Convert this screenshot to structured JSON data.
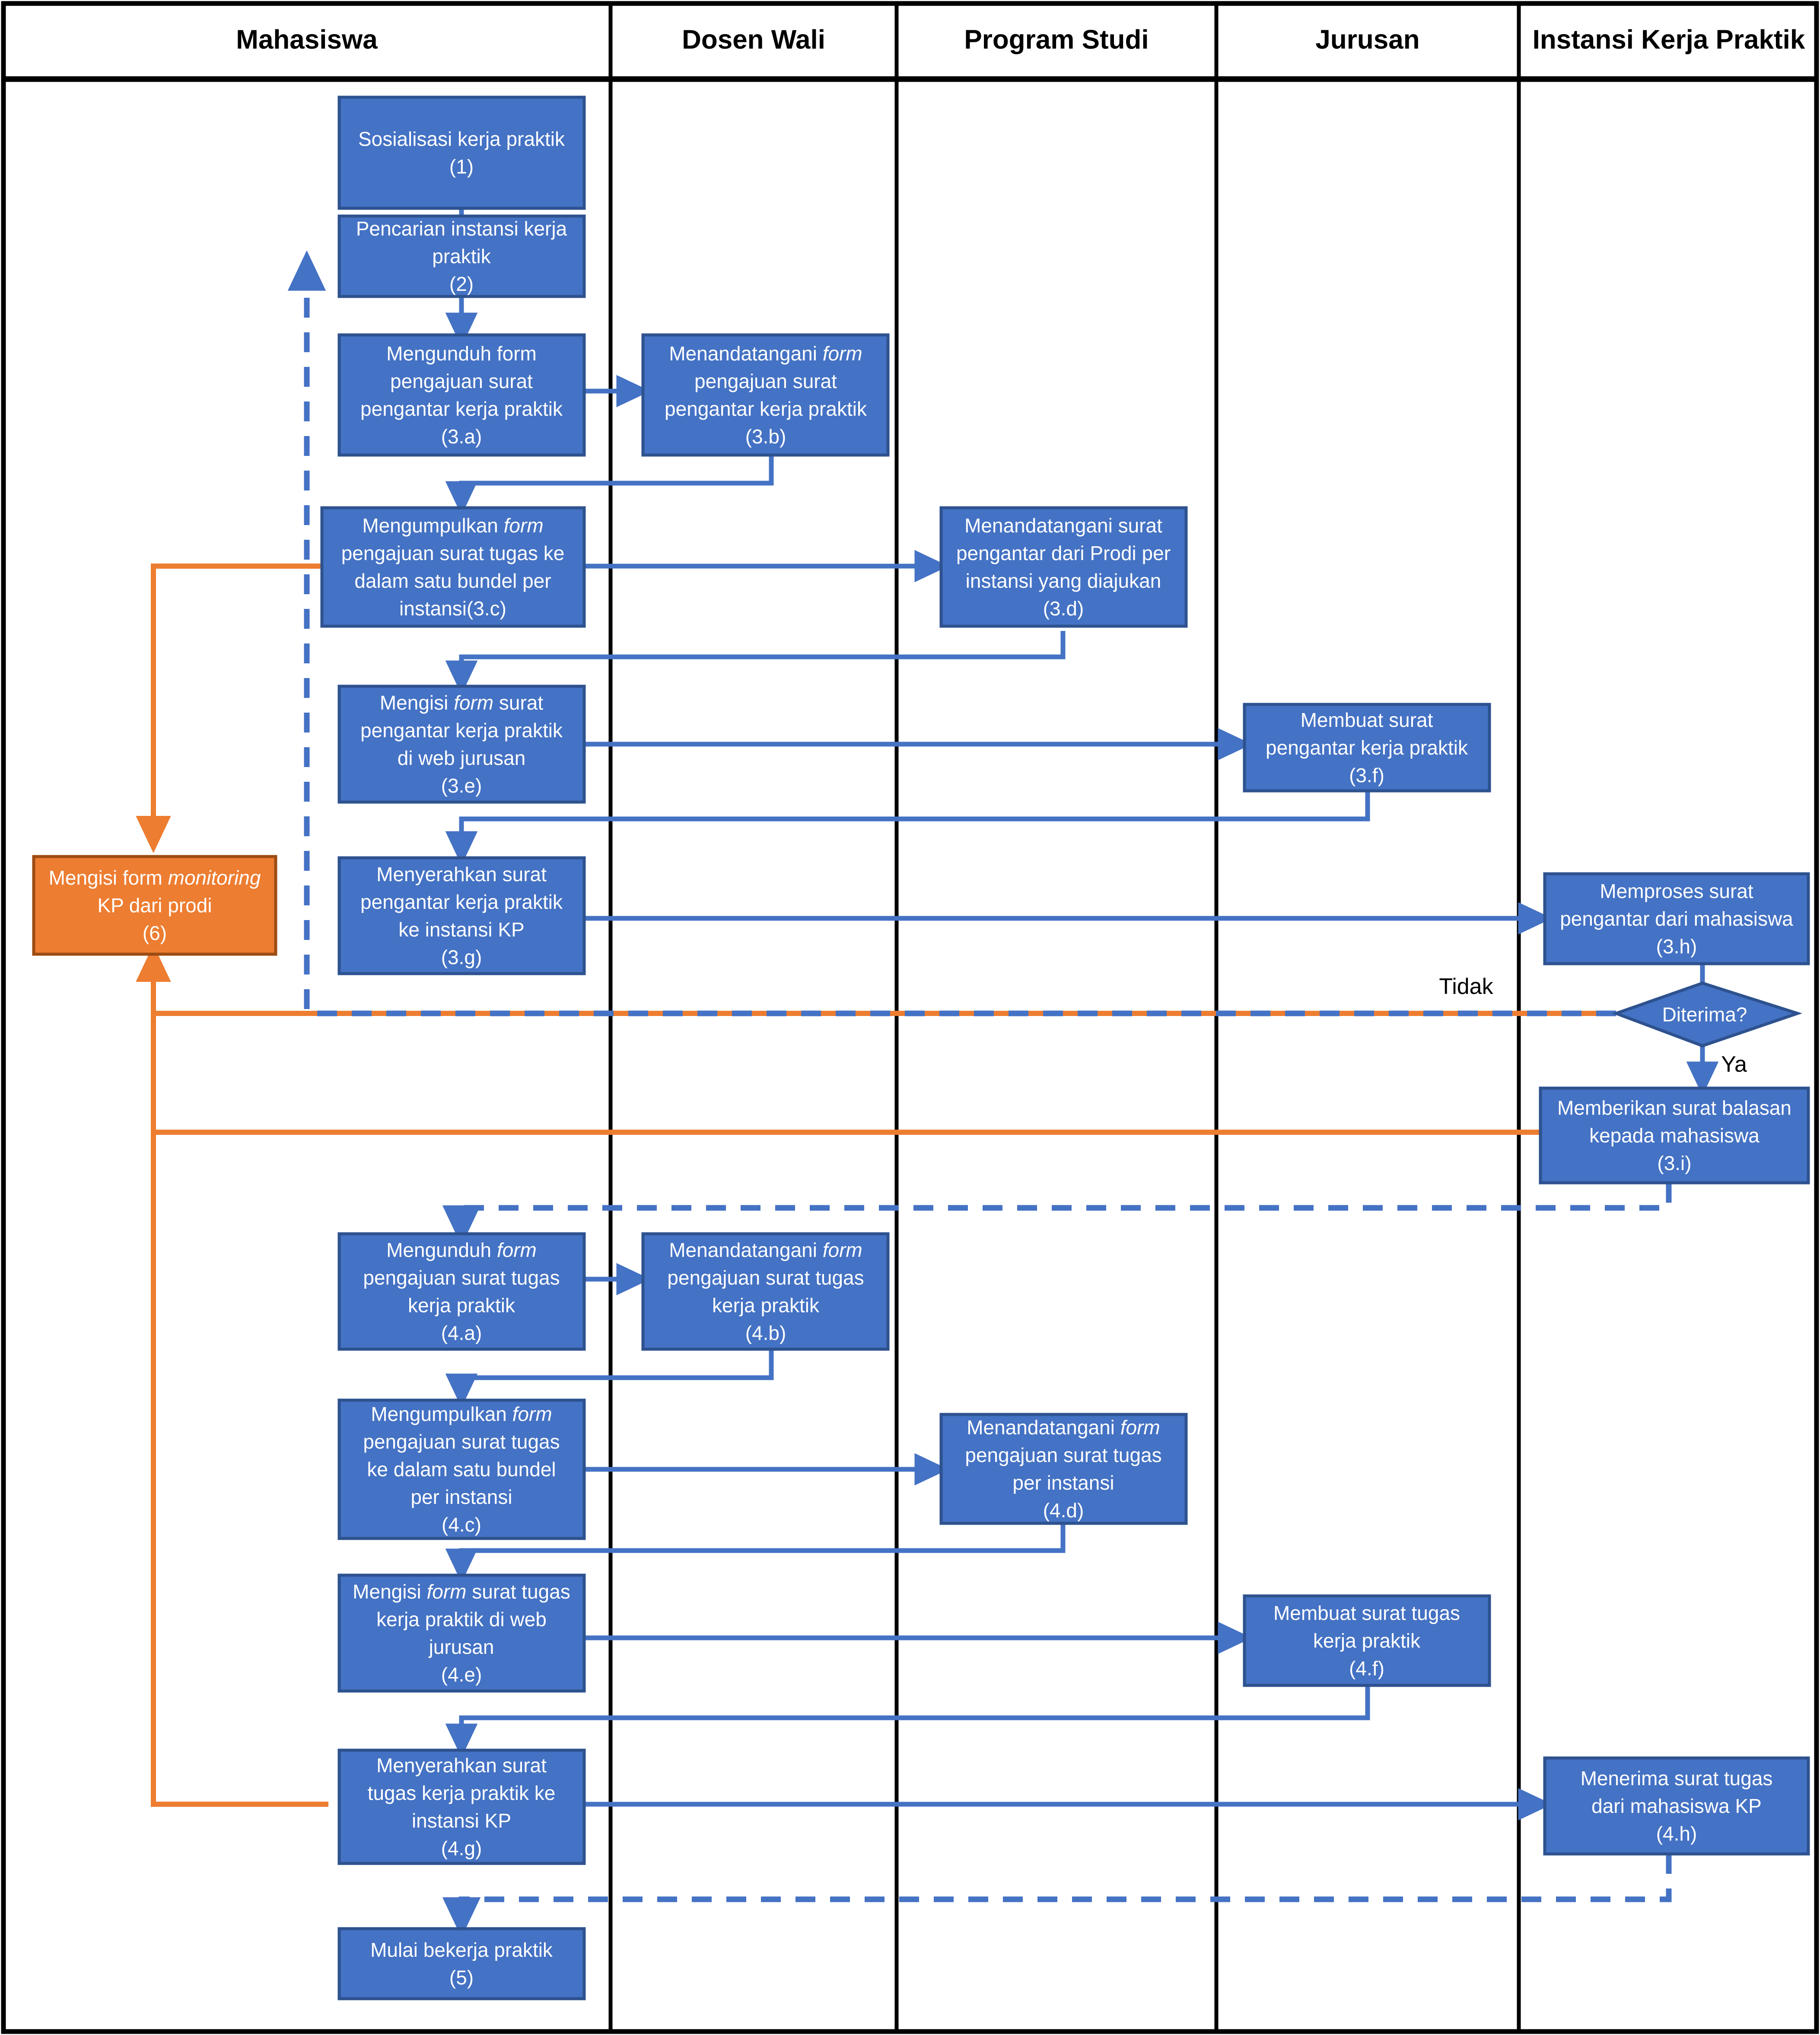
{
  "diagram": {
    "title": "Diagram alur proses kerja praktik",
    "type": "swimlane-flowchart",
    "colors": {
      "process_fill": "#4472C4",
      "process_stroke": "#2E528F",
      "highlight_fill": "#ED7D31",
      "highlight_stroke": "#9C4C13",
      "connector_blue": "#4472C4",
      "connector_orange": "#ED7D31",
      "lane_border": "#000000",
      "text_on_shape": "#FFFFFF",
      "text_label": "#000000",
      "background": "#FFFFFF"
    }
  },
  "lanes": [
    {
      "id": "mahasiswa",
      "label": "Mahasiswa"
    },
    {
      "id": "dosen-wali",
      "label": "Dosen Wali"
    },
    {
      "id": "program-studi",
      "label": "Program Studi"
    },
    {
      "id": "jurusan",
      "label": "Jurusan"
    },
    {
      "id": "instansi-kerja-praktik",
      "label": "Instansi Kerja Praktik"
    }
  ],
  "nodes": [
    {
      "id": "n1",
      "lane": "mahasiswa",
      "shape": "process",
      "color": "blue",
      "lines": [
        [
          {
            "t": "Sosialisasi kerja praktik",
            "i": false
          }
        ],
        [
          {
            "t": "(1)",
            "i": false
          }
        ]
      ]
    },
    {
      "id": "n2",
      "lane": "mahasiswa",
      "shape": "process",
      "color": "blue",
      "lines": [
        [
          {
            "t": "Pencarian instansi kerja",
            "i": false
          }
        ],
        [
          {
            "t": "praktik",
            "i": false
          }
        ],
        [
          {
            "t": "(2)",
            "i": false
          }
        ]
      ]
    },
    {
      "id": "n3a",
      "lane": "mahasiswa",
      "shape": "process",
      "color": "blue",
      "lines": [
        [
          {
            "t": "Mengunduh form",
            "i": false
          }
        ],
        [
          {
            "t": "pengajuan surat",
            "i": false
          }
        ],
        [
          {
            "t": "pengantar kerja praktik",
            "i": false
          }
        ],
        [
          {
            "t": "(3.a)",
            "i": false
          }
        ]
      ]
    },
    {
      "id": "n3b",
      "lane": "dosen-wali",
      "shape": "process",
      "color": "blue",
      "lines": [
        [
          {
            "t": "Menandatangani ",
            "i": false
          },
          {
            "t": "form",
            "i": true
          }
        ],
        [
          {
            "t": "pengajuan surat",
            "i": false
          }
        ],
        [
          {
            "t": "pengantar kerja praktik",
            "i": false
          }
        ],
        [
          {
            "t": "(3.b)",
            "i": false
          }
        ]
      ]
    },
    {
      "id": "n3c",
      "lane": "mahasiswa",
      "shape": "process",
      "color": "blue",
      "lines": [
        [
          {
            "t": "Mengumpulkan ",
            "i": false
          },
          {
            "t": "form",
            "i": true
          }
        ],
        [
          {
            "t": "pengajuan surat tugas  ke",
            "i": false
          }
        ],
        [
          {
            "t": "dalam satu bundel per",
            "i": false
          }
        ],
        [
          {
            "t": "instansi(3.c)",
            "i": false
          }
        ]
      ]
    },
    {
      "id": "n3d",
      "lane": "program-studi",
      "shape": "process",
      "color": "blue",
      "lines": [
        [
          {
            "t": "Menandatangani surat",
            "i": false
          }
        ],
        [
          {
            "t": "pengantar dari Prodi per",
            "i": false
          }
        ],
        [
          {
            "t": "instansi yang diajukan",
            "i": false
          }
        ],
        [
          {
            "t": "(3.d)",
            "i": false
          }
        ]
      ]
    },
    {
      "id": "n3e",
      "lane": "mahasiswa",
      "shape": "process",
      "color": "blue",
      "lines": [
        [
          {
            "t": "Mengisi ",
            "i": false
          },
          {
            "t": "form",
            "i": true
          },
          {
            "t": " surat",
            "i": false
          }
        ],
        [
          {
            "t": "pengantar kerja praktik",
            "i": false
          }
        ],
        [
          {
            "t": "di web jurusan",
            "i": false
          }
        ],
        [
          {
            "t": "(3.e)",
            "i": false
          }
        ]
      ]
    },
    {
      "id": "n3f",
      "lane": "jurusan",
      "shape": "process",
      "color": "blue",
      "lines": [
        [
          {
            "t": "Membuat surat",
            "i": false
          }
        ],
        [
          {
            "t": "pengantar kerja praktik",
            "i": false
          }
        ],
        [
          {
            "t": "(3.f)",
            "i": false
          }
        ]
      ]
    },
    {
      "id": "n3g",
      "lane": "mahasiswa",
      "shape": "process",
      "color": "blue",
      "lines": [
        [
          {
            "t": "Menyerahkan surat",
            "i": false
          }
        ],
        [
          {
            "t": "pengantar kerja praktik",
            "i": false
          }
        ],
        [
          {
            "t": "ke instansi KP",
            "i": false
          }
        ],
        [
          {
            "t": "(3.g)",
            "i": false
          }
        ]
      ]
    },
    {
      "id": "n3h",
      "lane": "instansi-kerja-praktik",
      "shape": "process",
      "color": "blue",
      "lines": [
        [
          {
            "t": "Memproses surat",
            "i": false
          }
        ],
        [
          {
            "t": "pengantar dari mahasiswa",
            "i": false
          }
        ],
        [
          {
            "t": "(3.h)",
            "i": false
          }
        ]
      ]
    },
    {
      "id": "nd1",
      "lane": "instansi-kerja-praktik",
      "shape": "decision",
      "color": "blue",
      "lines": [
        [
          {
            "t": "Diterima?",
            "i": false
          }
        ]
      ]
    },
    {
      "id": "n3i",
      "lane": "instansi-kerja-praktik",
      "shape": "process",
      "color": "blue",
      "lines": [
        [
          {
            "t": "Memberikan surat balasan",
            "i": false
          }
        ],
        [
          {
            "t": "kepada mahasiswa",
            "i": false
          }
        ],
        [
          {
            "t": "(3.i)",
            "i": false
          }
        ]
      ]
    },
    {
      "id": "n4a",
      "lane": "mahasiswa",
      "shape": "process",
      "color": "blue",
      "lines": [
        [
          {
            "t": "Mengunduh ",
            "i": false
          },
          {
            "t": "form",
            "i": true
          }
        ],
        [
          {
            "t": "pengajuan surat tugas",
            "i": false
          }
        ],
        [
          {
            "t": "kerja praktik",
            "i": false
          }
        ],
        [
          {
            "t": "(4.a)",
            "i": false
          }
        ]
      ]
    },
    {
      "id": "n4b",
      "lane": "dosen-wali",
      "shape": "process",
      "color": "blue",
      "lines": [
        [
          {
            "t": "Menandatangani ",
            "i": false
          },
          {
            "t": "form",
            "i": true
          }
        ],
        [
          {
            "t": "pengajuan surat tugas",
            "i": false
          }
        ],
        [
          {
            "t": "kerja praktik",
            "i": false
          }
        ],
        [
          {
            "t": "(4.b)",
            "i": false
          }
        ]
      ]
    },
    {
      "id": "n4c",
      "lane": "mahasiswa",
      "shape": "process",
      "color": "blue",
      "lines": [
        [
          {
            "t": "Mengumpulkan ",
            "i": false
          },
          {
            "t": "form",
            "i": true
          }
        ],
        [
          {
            "t": "pengajuan surat tugas",
            "i": false
          }
        ],
        [
          {
            "t": "ke dalam satu bundel",
            "i": false
          }
        ],
        [
          {
            "t": "per instansi",
            "i": false
          }
        ],
        [
          {
            "t": "(4.c)",
            "i": false
          }
        ]
      ]
    },
    {
      "id": "n4d",
      "lane": "program-studi",
      "shape": "process",
      "color": "blue",
      "lines": [
        [
          {
            "t": "Menandatangani ",
            "i": false
          },
          {
            "t": "form",
            "i": true
          }
        ],
        [
          {
            "t": "pengajuan surat tugas",
            "i": false
          }
        ],
        [
          {
            "t": "per instansi",
            "i": false
          }
        ],
        [
          {
            "t": "(4.d)",
            "i": false
          }
        ]
      ]
    },
    {
      "id": "n4e",
      "lane": "mahasiswa",
      "shape": "process",
      "color": "blue",
      "lines": [
        [
          {
            "t": "Mengisi ",
            "i": false
          },
          {
            "t": "form",
            "i": true
          },
          {
            "t": " surat tugas",
            "i": false
          }
        ],
        [
          {
            "t": "kerja praktik di web",
            "i": false
          }
        ],
        [
          {
            "t": "jurusan",
            "i": false
          }
        ],
        [
          {
            "t": "(4.e)",
            "i": false
          }
        ]
      ]
    },
    {
      "id": "n4f",
      "lane": "jurusan",
      "shape": "process",
      "color": "blue",
      "lines": [
        [
          {
            "t": "Membuat surat tugas",
            "i": false
          }
        ],
        [
          {
            "t": "kerja praktik",
            "i": false
          }
        ],
        [
          {
            "t": "(4.f)",
            "i": false
          }
        ]
      ]
    },
    {
      "id": "n4g",
      "lane": "mahasiswa",
      "shape": "process",
      "color": "blue",
      "lines": [
        [
          {
            "t": "Menyerahkan surat",
            "i": false
          }
        ],
        [
          {
            "t": "tugas kerja praktik ke",
            "i": false
          }
        ],
        [
          {
            "t": "instansi KP",
            "i": false
          }
        ],
        [
          {
            "t": "(4.g)",
            "i": false
          }
        ]
      ]
    },
    {
      "id": "n4h",
      "lane": "instansi-kerja-praktik",
      "shape": "process",
      "color": "blue",
      "lines": [
        [
          {
            "t": "Menerima surat tugas",
            "i": false
          }
        ],
        [
          {
            "t": "dari mahasiswa KP",
            "i": false
          }
        ],
        [
          {
            "t": "(4.h)",
            "i": false
          }
        ]
      ]
    },
    {
      "id": "n5",
      "lane": "mahasiswa",
      "shape": "process",
      "color": "blue",
      "lines": [
        [
          {
            "t": "Mulai bekerja praktik",
            "i": false
          }
        ],
        [
          {
            "t": "(5)",
            "i": false
          }
        ]
      ]
    },
    {
      "id": "n6",
      "lane": "mahasiswa",
      "shape": "process",
      "color": "orange",
      "lines": [
        [
          {
            "t": "Mengisi form ",
            "i": false
          },
          {
            "t": "monitoring",
            "i": true
          }
        ],
        [
          {
            "t": "KP dari prodi",
            "i": false
          }
        ],
        [
          {
            "t": "(6)",
            "i": false
          }
        ]
      ]
    }
  ],
  "edge_labels": [
    {
      "id": "lbl-tidak",
      "text": "Tidak"
    },
    {
      "id": "lbl-ya",
      "text": "Ya"
    }
  ]
}
